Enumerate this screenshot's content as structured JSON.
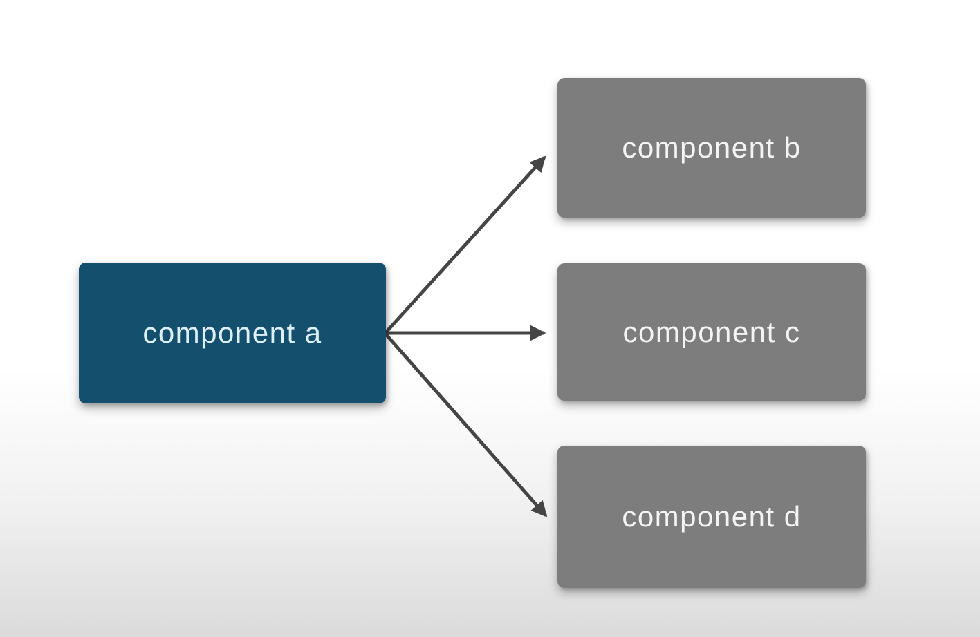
{
  "diagram": {
    "nodes": [
      {
        "id": "a",
        "label": "component a",
        "role": "source"
      },
      {
        "id": "b",
        "label": "component b",
        "role": "target"
      },
      {
        "id": "c",
        "label": "component c",
        "role": "target"
      },
      {
        "id": "d",
        "label": "component d",
        "role": "target"
      }
    ],
    "edges": [
      {
        "from": "component a",
        "to": "component b"
      },
      {
        "from": "component a",
        "to": "component c"
      },
      {
        "from": "component a",
        "to": "component d"
      }
    ],
    "colors": {
      "source_box": "#14506e",
      "target_box": "#7d7d7d",
      "source_text": "#ddeff9",
      "target_text": "#f4f4f4",
      "arrow": "#454545",
      "background_top": "#ffffff",
      "background_bottom": "#dbdbdb"
    }
  }
}
